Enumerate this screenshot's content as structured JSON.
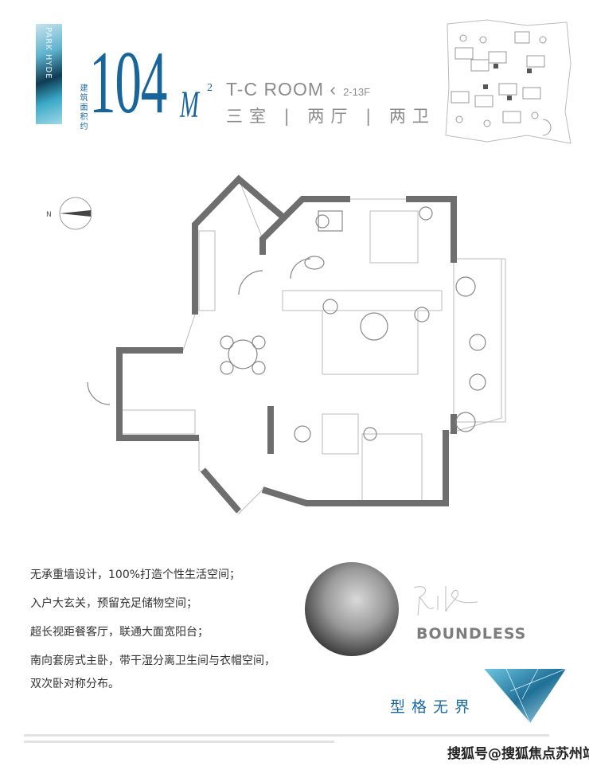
{
  "header": {
    "brand": "PARK HYDE",
    "area_label": "建筑面积约",
    "area_value": "104",
    "area_unit": "M",
    "area_sup": "2",
    "room_type": "T-C ROOM",
    "floors": "2-13F",
    "layout": "三室 | 两厅 | 两卫"
  },
  "compass": {
    "label": "N"
  },
  "features": [
    "无承重墙设计，100%打造个性生活空间；",
    "入户大玄关，预留充足储物空间；",
    "超长视距餐客厅，联通大面宽阳台；",
    "南向套房式主卧，带干湿分离卫生间与衣帽空间，",
    "双次卧对称分布。"
  ],
  "designer": {
    "signature": "RiP",
    "tagline": "BOUNDLESS"
  },
  "slogan": "型格无界",
  "watermark": "搜狐号@搜狐焦点苏州站",
  "colors": {
    "brand_blue": "#17659b",
    "wall": "#6e6e6e"
  }
}
